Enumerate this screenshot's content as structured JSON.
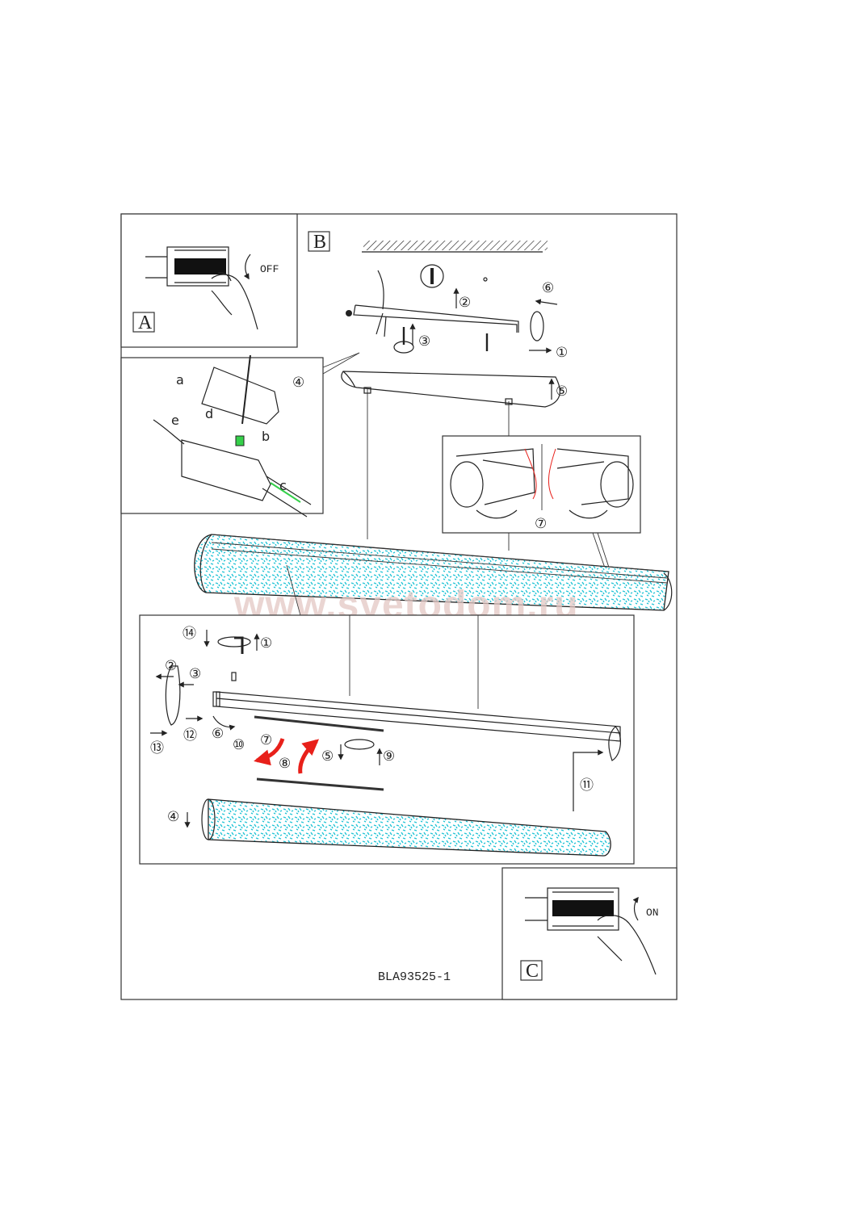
{
  "panels": {
    "a_label": "A",
    "b_label": "B",
    "c_label": "C",
    "off_text": "OFF",
    "on_text": "ON"
  },
  "model_code": "BLA93525-1",
  "watermark": "www.svetodom.ru",
  "colors": {
    "glass": "#22c4d6",
    "arrow_red": "#e8201a",
    "green": "#35d04a",
    "line": "#222222"
  },
  "mount_steps": {
    "s1": "①",
    "s2": "②",
    "s3": "③",
    "s4": "④",
    "s5": "⑤",
    "s6": "⑥",
    "s7": "⑦"
  },
  "wiring_letters": {
    "a": "a",
    "b": "b",
    "c": "c",
    "d": "d",
    "e": "e"
  },
  "tube_steps": {
    "s1": "①",
    "s2": "②",
    "s3": "③",
    "s4": "④",
    "s5": "⑤",
    "s6": "⑥",
    "s7": "⑦",
    "s8": "⑧",
    "s9": "⑨",
    "s10": "⑩",
    "s11": "⑪",
    "s12": "⑫",
    "s13": "⑬",
    "s14": "⑭"
  }
}
